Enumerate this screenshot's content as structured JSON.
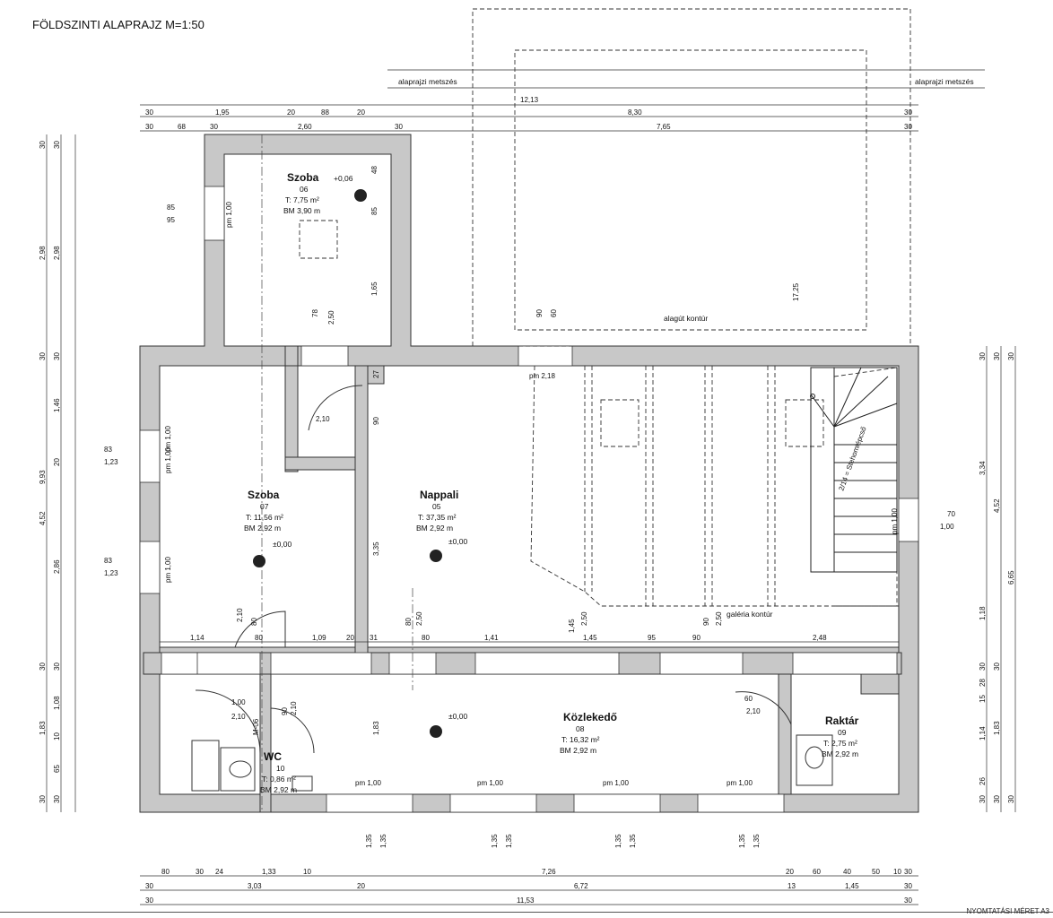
{
  "title": "FÖLDSZINTI ALAPRAJZ M=1:50",
  "print_size": "NYOMTATÁSI MÉRET A3",
  "section_label": "alaprajzi metszés",
  "contours": {
    "tunnel": "alagút kontúr",
    "gallery": "galéria kontúr"
  },
  "rooms": [
    {
      "id": "room-szoba-06",
      "name": "Szoba",
      "num": "06",
      "area": "T: 7,75 m²",
      "height": "BM 3,90 m"
    },
    {
      "id": "room-szoba-07",
      "name": "Szoba",
      "num": "07",
      "area": "T: 11,56 m²",
      "height": "BM 2,92 m"
    },
    {
      "id": "room-nappali-05",
      "name": "Nappali",
      "num": "05",
      "area": "T: 37,35 m²",
      "height": "BM 2,92 m"
    },
    {
      "id": "room-kozlekedo-08",
      "name": "Közlekedő",
      "num": "08",
      "area": "T: 16,32 m²",
      "height": "BM 2,92 m"
    },
    {
      "id": "room-raktar-09",
      "name": "Raktár",
      "num": "09",
      "area": "T: 2,75 m²",
      "height": "BM 2,92 m"
    },
    {
      "id": "room-wc-10",
      "name": "WC",
      "num": "10",
      "area": "T: 0,86 m²",
      "height": "BM 2,92 m"
    }
  ],
  "levels": {
    "upper": "+0,06",
    "ground": "±0,00"
  },
  "dims": {
    "top1": [
      "12,13"
    ],
    "top2": [
      "30",
      "1,95",
      "20",
      "88",
      "20",
      "8,30",
      "30"
    ],
    "top3": [
      "30",
      "68",
      "30",
      "2,60",
      "30",
      "7,65",
      "30"
    ],
    "bottom1": [
      "80",
      "30",
      "24",
      "1,33",
      "10",
      "7,26",
      "20",
      "60",
      "40",
      "50",
      "10",
      "30"
    ],
    "bottom2": [
      "30",
      "3,03",
      "20",
      "6,72",
      "13",
      "1,45",
      "30"
    ],
    "bottom3": [
      "30",
      "11,53",
      "30"
    ],
    "left_outer": [
      "30",
      "2,98",
      "30",
      "4,52",
      "30",
      "1,83",
      "30"
    ],
    "left_total": "9,93",
    "left_inner": [
      "30",
      "2,98",
      "30",
      "1,46",
      "20",
      "2,86",
      "30",
      "1,08",
      "10",
      "65",
      "30"
    ],
    "right_outer": [
      "30",
      "6,65",
      "30"
    ],
    "right_mid": [
      "30",
      "4,52",
      "30",
      "1,83",
      "30"
    ],
    "right_inner": [
      "30",
      "3,34",
      "1,18",
      "30",
      "28",
      "15",
      "1,14",
      "26",
      "30"
    ],
    "inner_h": [
      "1,14",
      "80",
      "1,09",
      "20",
      "31",
      "80",
      "1,41",
      "1,45",
      "95",
      "90",
      "2,48"
    ],
    "misc": [
      "48",
      "85",
      "1,65",
      "78",
      "2,50",
      "17,25",
      "90",
      "60",
      "27",
      "90",
      "3,35",
      "1,83",
      "80",
      "2,50",
      "1,45",
      "2,50",
      "90",
      "2,50",
      "2,10",
      "80",
      "2,10",
      "90",
      "2,10",
      "60",
      "2,10",
      "1,00",
      "2,10",
      "70",
      "1,00",
      "83",
      "1,23",
      "83",
      "1,23",
      "85",
      "95",
      "1,35",
      "1,35",
      "1,35",
      "1,35",
      "1,35",
      "1,35",
      "1,35",
      "1,35"
    ]
  },
  "windows": [
    "pm 1,00",
    "pm 1,00",
    "pm 1,00",
    "pm 2,18",
    "pm 1,00",
    "pm 1,00",
    "pm 1,00",
    "pm 1,00",
    "pm 1,00",
    "pm 1,00",
    "M-06"
  ],
  "stair_label": "2/14 = Stehomlépcső"
}
